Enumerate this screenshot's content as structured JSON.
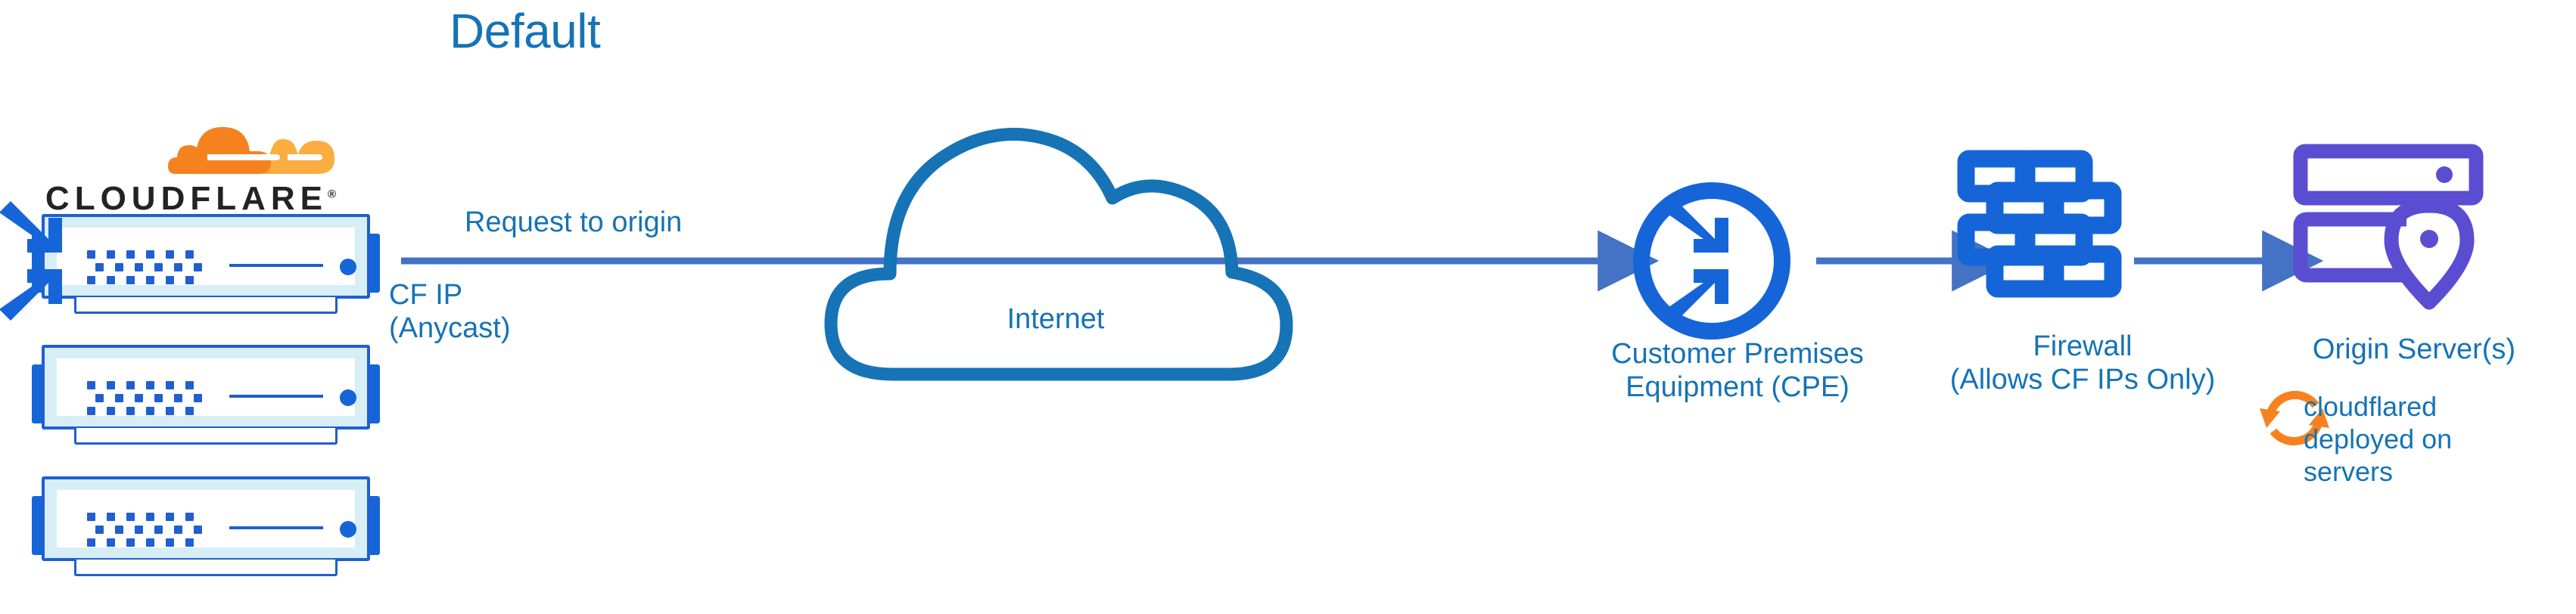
{
  "title": "Default",
  "brand": {
    "wordmark": "CLOUDFLARE",
    "registered": "®",
    "logo_icon": "cloudflare-cloud-logo",
    "orange": "#F6821F",
    "orange_light": "#FBAD41"
  },
  "colors": {
    "text_blue": "#1573B6",
    "node_blue": "#1565D8",
    "arrow_blue": "#4472C4",
    "rack_border": "#1F5FD0",
    "rack_fill": "#D8EEF7",
    "origin_purple": "#5B4DD1",
    "cloudflared_orange": "#F6821F",
    "background": "#FFFFFF"
  },
  "left_stack": {
    "name": "cloudflare-edge-servers",
    "rack_count": 3,
    "racks": [
      {
        "icon": "server-rack-icon",
        "dot_rows": 3,
        "dots_per_row": 6
      },
      {
        "icon": "server-rack-icon",
        "dot_rows": 3,
        "dots_per_row": 6
      },
      {
        "icon": "server-rack-icon",
        "dot_rows": 3,
        "dots_per_row": 6
      }
    ],
    "label_line_1": "CF IP",
    "label_line_2": "(Anycast)"
  },
  "flow": {
    "request_label": "Request to origin",
    "arrow_icon": "right-arrow-icon"
  },
  "nodes": [
    {
      "id": "internet",
      "icon": "cloud-icon",
      "label": "Internet",
      "color": "#1573B6"
    },
    {
      "id": "cpe",
      "icon": "router-four-arrows-icon",
      "label_line_1": "Customer Premises",
      "label_line_2": "Equipment (CPE)",
      "color": "#1565D8"
    },
    {
      "id": "firewall",
      "icon": "brick-wall-icon",
      "label_line_1": "Firewall",
      "label_line_2": "(Allows CF IPs Only)",
      "color": "#1565D8"
    },
    {
      "id": "origin",
      "icon": "server-with-location-pin-icon",
      "label": "Origin Server(s)",
      "color": "#5B4DD1"
    }
  ],
  "annotation": {
    "icon": "sync-refresh-icon",
    "line_1": "cloudflared",
    "line_2": "deployed on",
    "line_3": "servers"
  }
}
